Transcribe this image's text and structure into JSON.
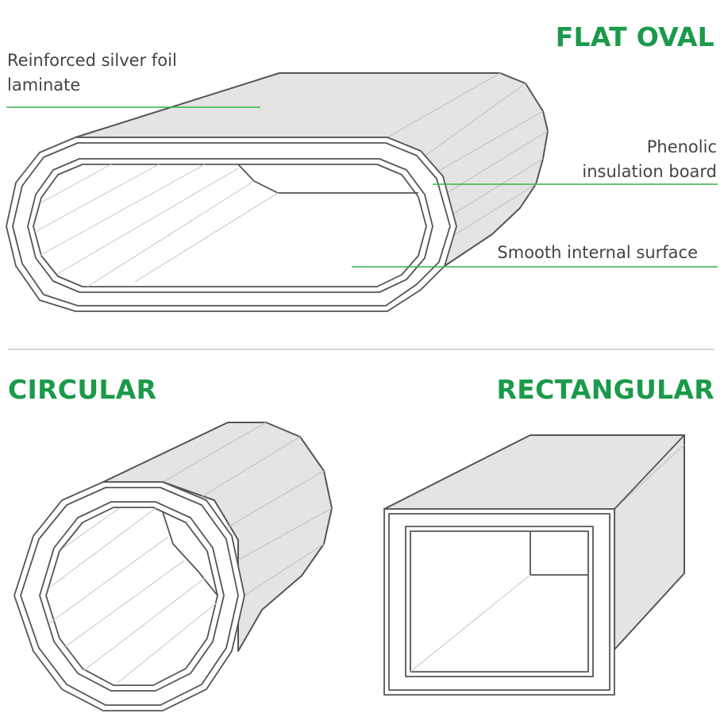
{
  "sections": {
    "flat_oval": {
      "title": "FLAT OVAL"
    },
    "circular": {
      "title": "CIRCULAR"
    },
    "rectangular": {
      "title": "RECTANGULAR"
    }
  },
  "callouts": {
    "foil": {
      "line1": "Reinforced silver foil",
      "line2": "laminate"
    },
    "board": {
      "line1": "Phenolic",
      "line2": "insulation board"
    },
    "surface": {
      "text": "Smooth internal surface"
    }
  },
  "colors": {
    "title_green": "#1a9a4a",
    "leader_green": "#37b34a",
    "duct_fill": "#e4e4e4",
    "outline": "#555555",
    "label_text": "#444444"
  }
}
